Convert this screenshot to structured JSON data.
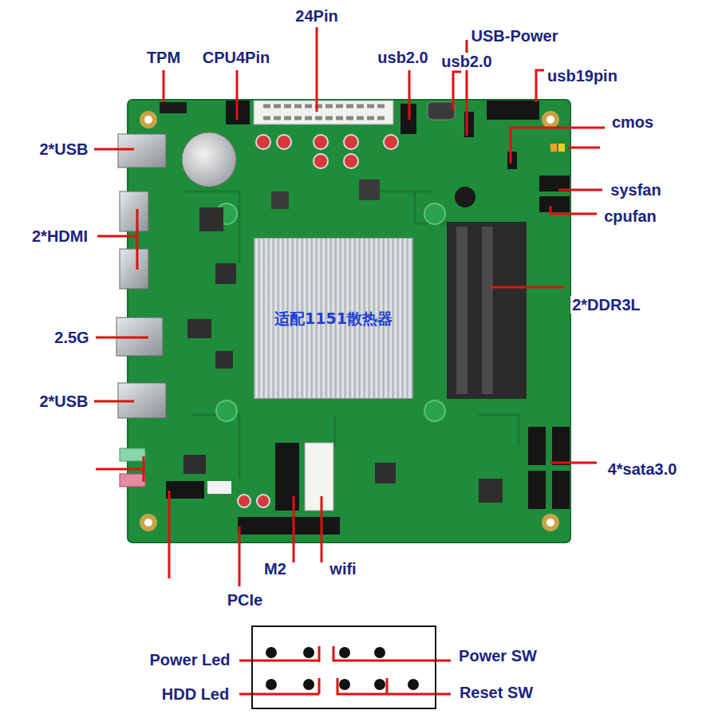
{
  "diagram": {
    "nodes": [
      {
        "text": [
          "适配1151散热器"
        ]
      }
    ],
    "labels": [
      "24Pin",
      "USB-Power",
      "TPM",
      "CPU4Pin",
      "usb2.0",
      "usb2.0",
      "usb19pin",
      "cmos",
      "2*USB",
      "sysfan",
      "cpufan",
      "2*HDMI",
      "2*DDR3L",
      "2.5G",
      "2*USB",
      "4*sata3.0",
      "M2",
      "wifi",
      "PCIe",
      "Power Led",
      "Power SW",
      "HDD Led",
      "Reset SW"
    ]
  }
}
